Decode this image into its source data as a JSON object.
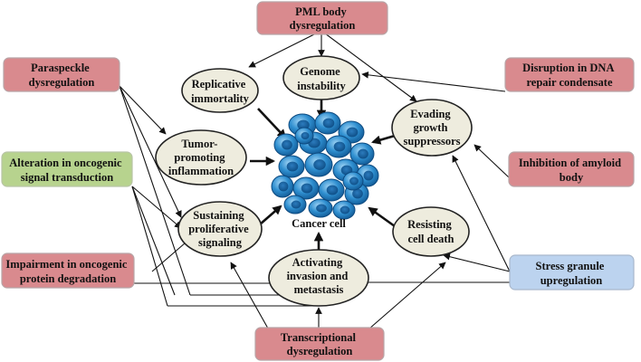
{
  "center": {
    "label": "Cancer cell"
  },
  "hallmarks": {
    "genome_instability": [
      "Genome",
      "instability"
    ],
    "replicative_immortality": [
      "Replicative",
      "immortality"
    ],
    "evading_growth_suppressors": [
      "Evading",
      "growth",
      "suppressors"
    ],
    "tumor_promoting_inflammation": [
      "Tumor-",
      "promoting",
      "inflammation"
    ],
    "sustaining_proliferative_signaling": [
      "Sustaining",
      "proliferative",
      "signaling"
    ],
    "resisting_cell_death": [
      "Resisting",
      "cell death"
    ],
    "activating_invasion": [
      "Activating",
      "invasion and",
      "metastasis"
    ]
  },
  "mechanisms": {
    "pml_body": {
      "lines": [
        "PML body",
        "dysregulation"
      ],
      "color": "#d98a8e"
    },
    "paraspeckle": {
      "lines": [
        "Paraspeckle",
        "dysregulation"
      ],
      "color": "#d98a8e"
    },
    "dna_repair": {
      "lines": [
        "Disruption in DNA",
        "repair condensate"
      ],
      "color": "#d98a8e"
    },
    "oncogenic_signal": {
      "lines": [
        "Alteration in oncogenic",
        "signal transduction"
      ],
      "color": "#b7d38e"
    },
    "amyloid_body": {
      "lines": [
        "Inhibition of amyloid",
        "body"
      ],
      "color": "#d98a8e"
    },
    "protein_degradation": {
      "lines": [
        "Impairment in oncogenic",
        "protein degradation"
      ],
      "color": "#d98a8e"
    },
    "stress_granule": {
      "lines": [
        "Stress granule",
        "upregulation"
      ],
      "color": "#bcd3ef"
    },
    "transcriptional": {
      "lines": [
        "Transcriptional",
        "dysregulation"
      ],
      "color": "#d98a8e"
    }
  }
}
